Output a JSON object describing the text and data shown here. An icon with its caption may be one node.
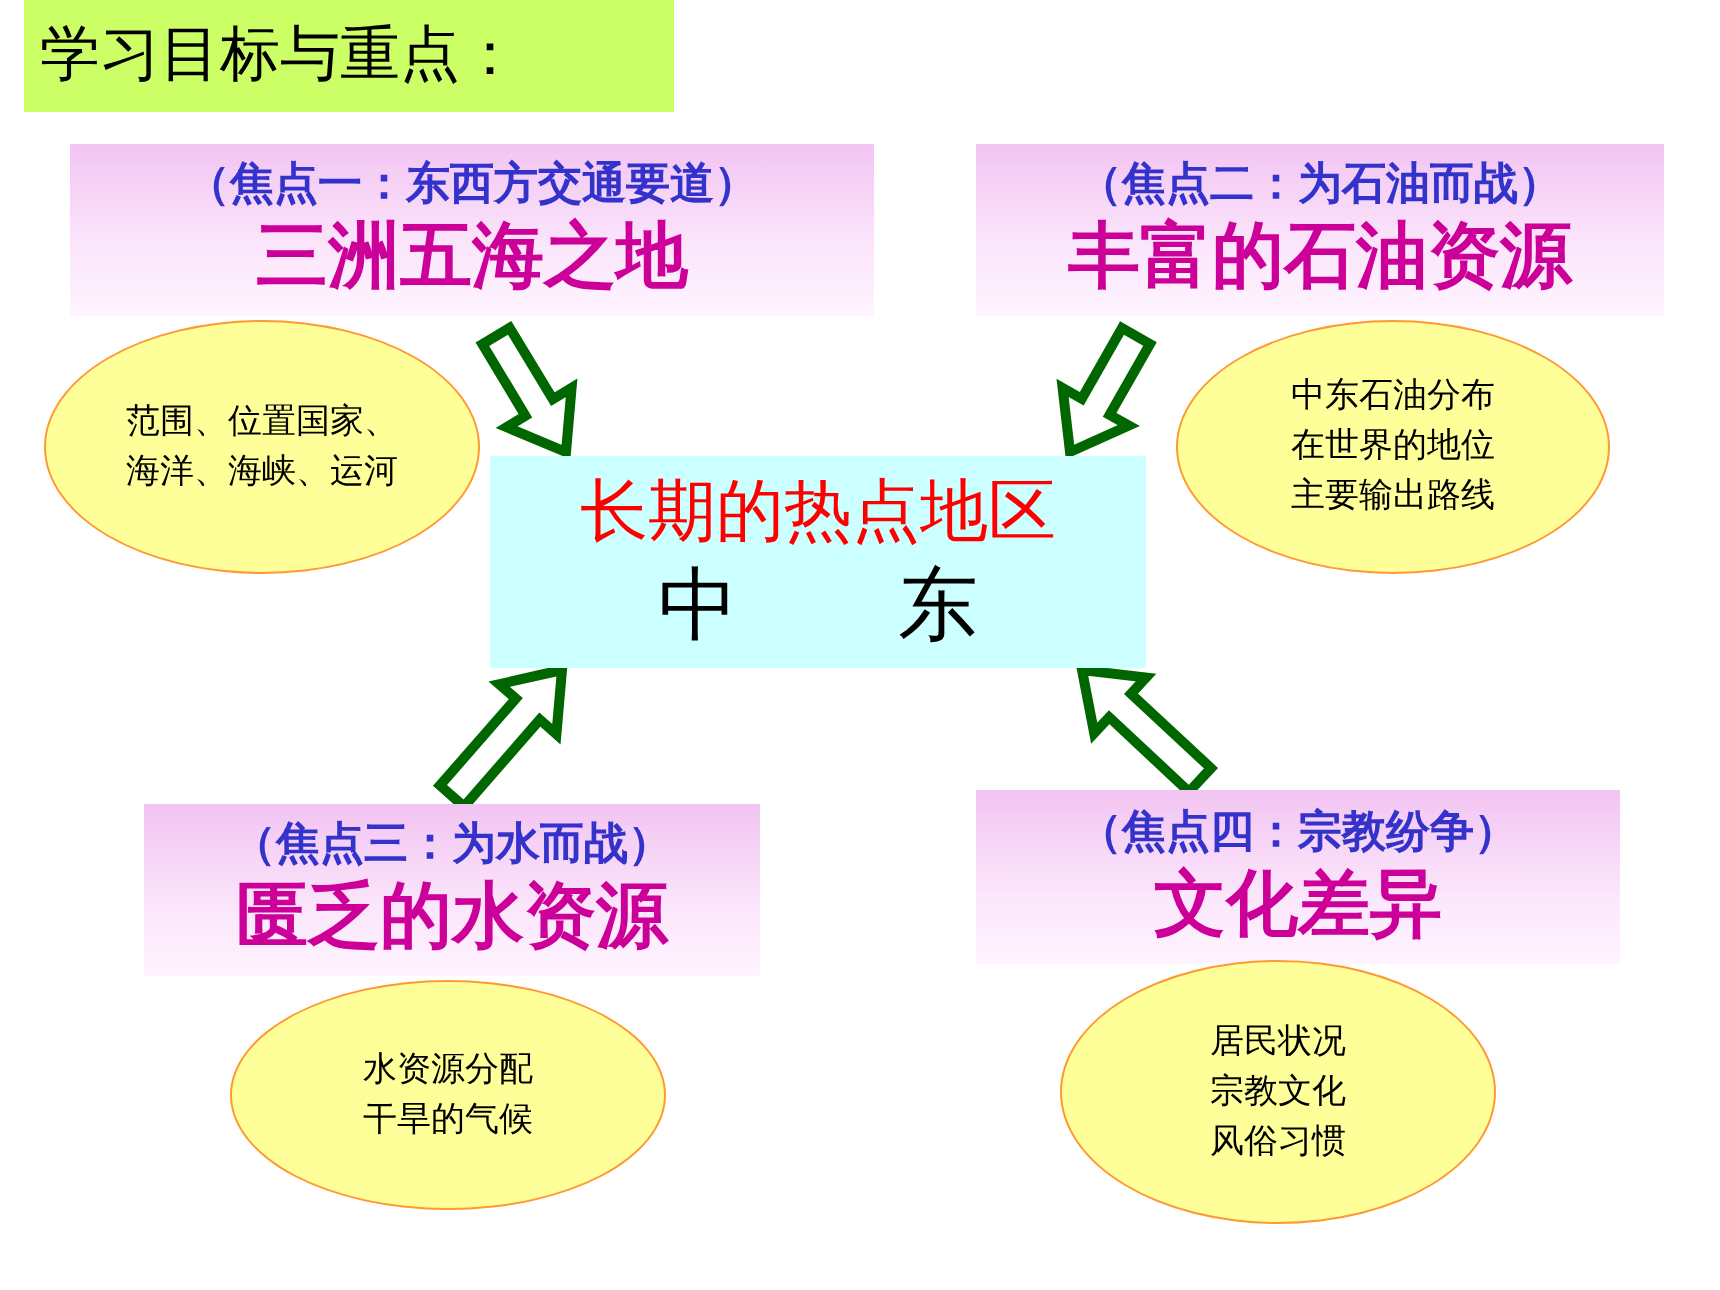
{
  "diagram": {
    "title": "学习目标与重点：",
    "nodes": [
      {
        "text": [
          "长期的热点地区",
          "中东"
        ]
      },
      {
        "text": [
          "（焦点一：东西方交通要道）",
          "三洲五海之地"
        ]
      },
      {
        "text": [
          "范围、位置国家、海洋、海峡、运河"
        ]
      },
      {
        "text": [
          "（焦点二：为石油而战）",
          "丰富的石油资源"
        ]
      },
      {
        "text": [
          "中东石油分布在世界的地位主要输出路线"
        ]
      },
      {
        "text": [
          "（焦点三：为水而战）",
          "匮乏的水资源"
        ]
      },
      {
        "text": [
          "水资源分配干旱的气候"
        ]
      },
      {
        "text": [
          "（焦点四：宗教纷争）",
          "文化差异"
        ]
      },
      {
        "text": [
          "居民状况宗教文化风俗习惯"
        ]
      }
    ],
    "edges": [
      {
        "from": 1,
        "to": 0,
        "arrow": "to"
      },
      {
        "from": 3,
        "to": 0,
        "arrow": "to"
      },
      {
        "from": 5,
        "to": 0,
        "arrow": "to"
      },
      {
        "from": 7,
        "to": 0,
        "arrow": "to"
      }
    ]
  }
}
